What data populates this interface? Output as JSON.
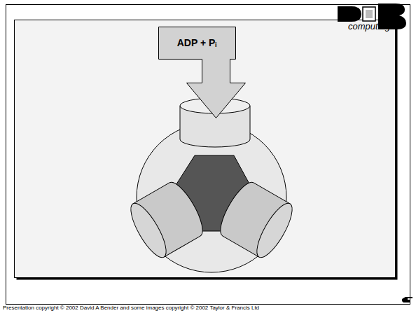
{
  "diagram": {
    "nodes": [
      {
        "text": [
          "ADP + Pᵢ"
        ]
      }
    ],
    "labels": [
      "computing",
      "Presentation copyright © 2002 David A Bender and some images copyright © 2002 Taylor & Francis Ltd"
    ]
  }
}
